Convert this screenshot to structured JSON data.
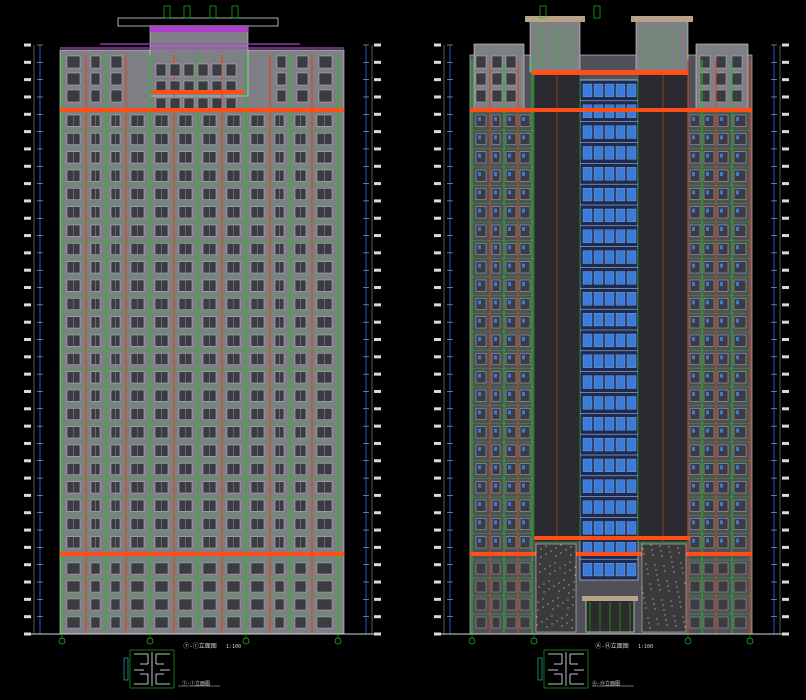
{
  "drawing": {
    "background": "#000000",
    "colors": {
      "facade": "#7f7f86",
      "window_fill": "#3b3b42",
      "window_stroke": "#bfbfbf",
      "line_green": "#19c419",
      "line_red": "#e0431a",
      "slab_orange": "#ff4e16",
      "dim_blue": "#2f6bff",
      "line_white": "#d9d9d9",
      "line_magenta": "#b040d0",
      "line_cyan": "#2ad0d0",
      "glass_blue": "#3a7ad8",
      "roof_tan": "#b9a28a"
    },
    "elevations": [
      {
        "id": "left-elevation",
        "style": "solid-facade",
        "floors": 24,
        "caption": "⑦-①立面图",
        "scale_text": "1:100"
      },
      {
        "id": "right-elevation",
        "style": "glazed-core",
        "floors": 24,
        "caption": "Ⓐ-Ⓗ立面图",
        "scale_text": "1:100"
      }
    ]
  }
}
